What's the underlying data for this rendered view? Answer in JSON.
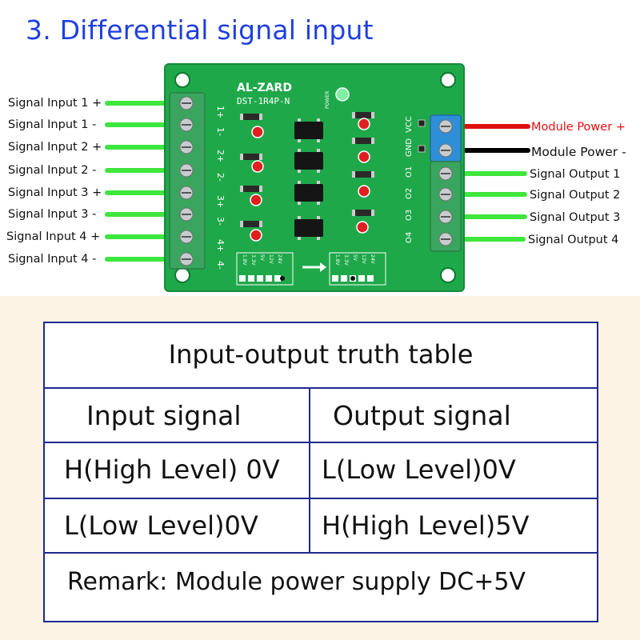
{
  "title": "3. Differential signal input",
  "board": {
    "brand": "AL-ZARD",
    "model": "DST-1R4P-N",
    "power_led_label": "POWER",
    "input_pins": [
      "1+",
      "1-",
      "2+",
      "2-",
      "3+",
      "3-",
      "4+",
      "4-"
    ],
    "power_pins": [
      "VCC",
      "GND"
    ],
    "output_pins": [
      "O1",
      "O2",
      "O3",
      "O4"
    ],
    "voltage_options": [
      "1.8V",
      "3.3V",
      "5V",
      "12V",
      "24V"
    ]
  },
  "inputs": [
    "Signal Input 1 +",
    "Signal Input 1 -",
    "Signal Input 2 +",
    "Signal Input 2 -",
    "Signal Input 3 +",
    "Signal Input 3 -",
    "Signal Input 4 +",
    "Signal Input 4 -"
  ],
  "power": [
    "Module Power +",
    "Module Power -"
  ],
  "outputs": [
    "Signal Output 1",
    "Signal Output 2",
    "Signal Output 3",
    "Signal Output 4"
  ],
  "colors": {
    "title": "#1f3fe0",
    "wire_signal": "#3ee63e",
    "wire_power_pos": "#e01010",
    "wire_power_neg": "#000000",
    "pcb": "#1fa84a",
    "table_border": "#1d2a8e",
    "background_lower": "#fcf3e4"
  },
  "truth_table": {
    "title": "Input-output truth table",
    "headers": [
      "Input signal",
      "Output signal"
    ],
    "rows": [
      [
        "H(High Level) 0V",
        "L(Low Level)0V"
      ],
      [
        "L(Low Level)0V",
        "H(High Level)5V"
      ]
    ],
    "remark": "Remark: Module power supply DC+5V"
  }
}
